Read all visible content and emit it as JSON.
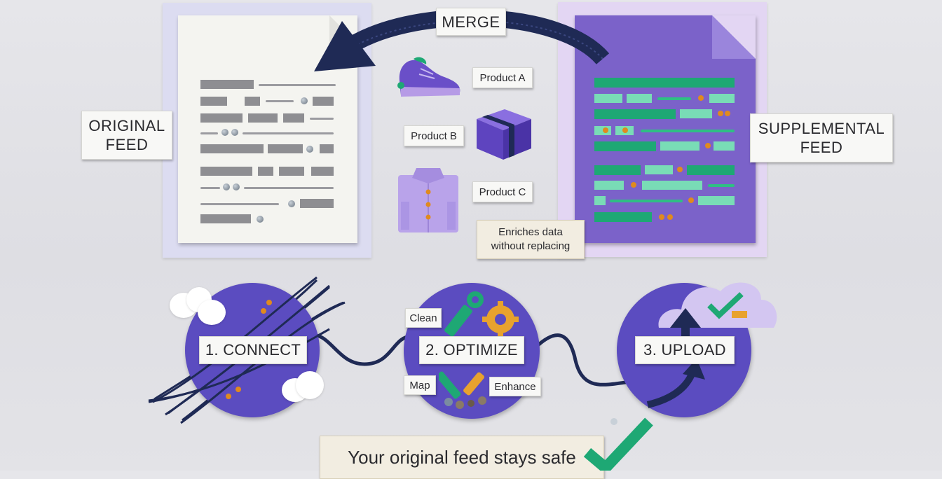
{
  "top": {
    "merge_label": "MERGE",
    "original_feed_label": "ORIGINAL FEED",
    "supplemental_feed_label": "SUPPLEMENTAL FEED",
    "products": [
      {
        "label": "Product A",
        "icon": "sneaker-icon"
      },
      {
        "label": "Product B",
        "icon": "box-icon"
      },
      {
        "label": "Product C",
        "icon": "shirt-icon"
      }
    ],
    "enrich_note": "Enriches data without replacing"
  },
  "steps": [
    {
      "label": "1. CONNECT"
    },
    {
      "label": "2. OPTIMIZE",
      "tags": [
        "Clean",
        "Map",
        "Enhance"
      ]
    },
    {
      "label": "3. UPLOAD"
    }
  ],
  "footer": {
    "safe_text": "Your original feed stays safe"
  },
  "colors": {
    "navy": "#1f2a55",
    "purple": "#5b4cc0",
    "lavender": "#b9a8e6",
    "green": "#1ea874",
    "teal": "#79dcb6",
    "orange": "#e08a1e",
    "background": "#e3e3e7"
  }
}
